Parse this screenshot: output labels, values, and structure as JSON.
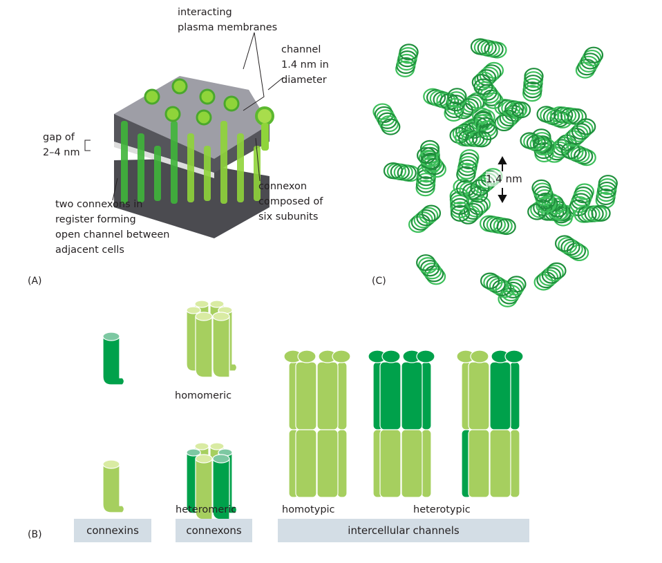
{
  "panel_a": {
    "tag": "(A)",
    "label_membranes": [
      "interacting",
      "plasma membranes"
    ],
    "label_channel": [
      "channel",
      "1.4 nm in",
      "diameter"
    ],
    "label_gap": [
      "gap of",
      "2–4 nm"
    ],
    "label_two_connexons": [
      "two connexons in",
      "register forming",
      "open channel between",
      "adjacent cells"
    ],
    "label_connexon": [
      "connexon",
      "composed of",
      "six subunits"
    ]
  },
  "panel_c": {
    "tag": "(C)",
    "measure": "1.4 nm"
  },
  "panel_b": {
    "tag": "(B)",
    "homomeric": "homomeric",
    "heteromeric": "heteromeric",
    "homotypic": "homotypic",
    "heterotypic": "heterotypic",
    "boxes": [
      "connexins",
      "connexons",
      "intercellular channels"
    ]
  },
  "colors": {
    "light_green": "#a6cf5f",
    "dark_green": "#00a14b",
    "light_cap": "#d9eba3",
    "teal_cap": "#7dc8a2",
    "box": "#d3dde5"
  }
}
